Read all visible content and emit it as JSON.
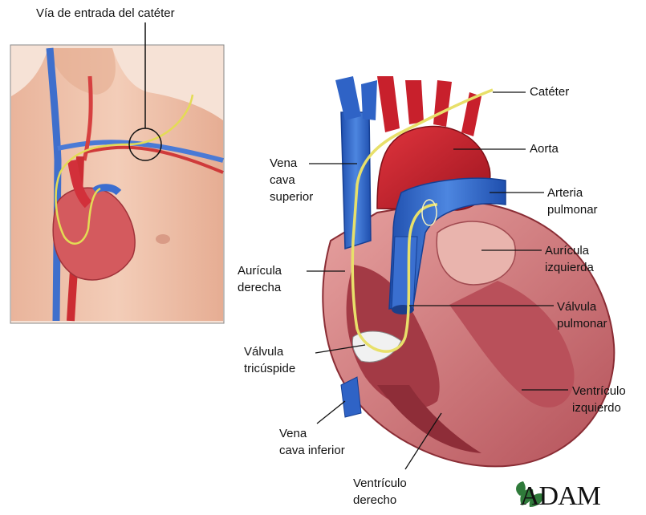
{
  "inset_title": "Vía de entrada del catéter",
  "labels": {
    "cateter": "Catéter",
    "aorta": "Aorta",
    "arteria_pulmonar": "Arteria\npulmonar",
    "auricula_izquierda": "Aurícula\nizquierda",
    "valvula_pulmonar": "Válvula\npulmonar",
    "ventriculo_izquierdo": "Ventrículo\nizquierdo",
    "vena_cava_superior": "Vena\ncava\nsuperior",
    "auricula_derecha": "Aurícula\nderecha",
    "valvula_tricuspide": "Válvula\ntricúspide",
    "vena_cava_inferior": "Vena\ncava inferior",
    "ventriculo_derecho": "Ventrículo\nderecho"
  },
  "logo_text": "ADAM",
  "colors": {
    "artery_red": "#c8202c",
    "vein_blue": "#2f63c6",
    "catheter_yellow": "#e8e06a",
    "skin": "#f0c4ad",
    "muscle": "#d27c7c"
  }
}
